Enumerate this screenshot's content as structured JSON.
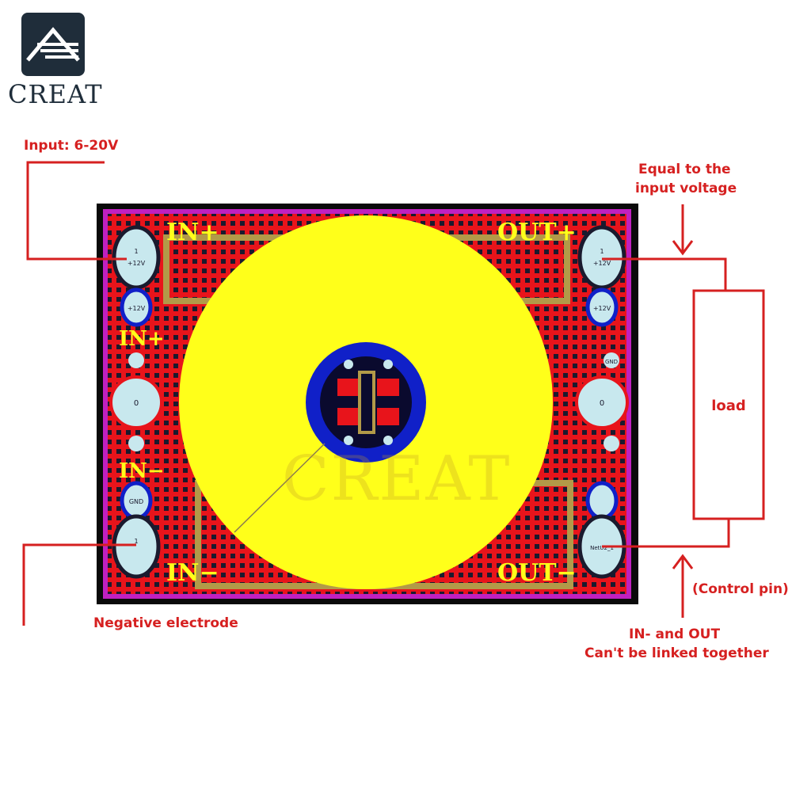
{
  "brand": {
    "name": "CREAT",
    "color": "#1f2d3a"
  },
  "labels": {
    "input": "Input: 6-20V",
    "equal_line1": "Equal to the",
    "equal_line2": "input voltage",
    "load": "load",
    "negative": "Negative electrode",
    "control": "(Control pin)",
    "link_line1": "IN- and OUT",
    "link_line2": "Can't be linked together"
  },
  "pcb": {
    "in_plus": "IN+",
    "in_minus": "IN−",
    "out_plus": "OUT+",
    "out_minus": "OUT−",
    "pad_12v": "+12V",
    "pad_gnd": "GND",
    "pad_0": "0",
    "pad_1": "1",
    "pad_net": "NetU2_1"
  },
  "colors": {
    "annotation": "#d62020",
    "board_red": "#e8141b",
    "board_border": "#c020c0",
    "copper_yellow": "#ffff1a",
    "via_blue": "#1020c8",
    "pad": "#c8e8ee"
  },
  "icons": [
    "creat-logo-icon"
  ]
}
